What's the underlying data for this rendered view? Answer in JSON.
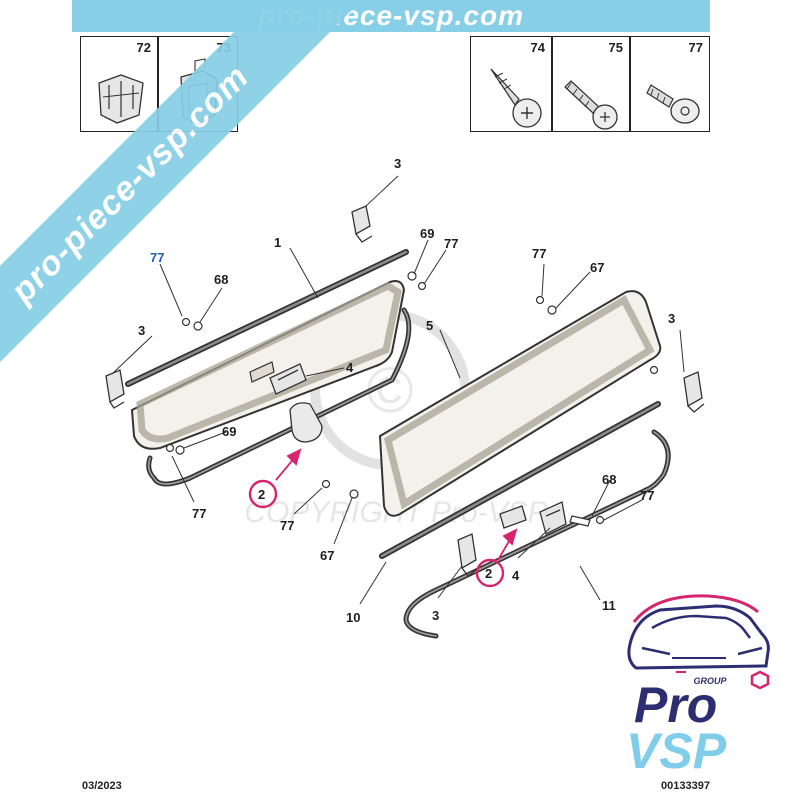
{
  "header": {
    "banner_text": "pro-piece-vsp.com"
  },
  "thumbnails": [
    {
      "number": "72",
      "icon": "clip-nut-icon"
    },
    {
      "number": "73",
      "icon": "bracket-clip-icon"
    },
    {
      "number": "74",
      "icon": "pointed-screw-icon"
    },
    {
      "number": "75",
      "icon": "threaded-screw-icon"
    },
    {
      "number": "77",
      "icon": "flat-screw-icon"
    }
  ],
  "diagram": {
    "watermark_text": "COPYRIGHT Pro-VSP",
    "callouts": [
      {
        "id": "c1",
        "label": "1"
      },
      {
        "id": "c2a",
        "label": "2"
      },
      {
        "id": "c2b",
        "label": "2"
      },
      {
        "id": "c3a",
        "label": "3"
      },
      {
        "id": "c3b",
        "label": "3"
      },
      {
        "id": "c3c",
        "label": "3"
      },
      {
        "id": "c3d",
        "label": "3"
      },
      {
        "id": "c4a",
        "label": "4"
      },
      {
        "id": "c4b",
        "label": "4"
      },
      {
        "id": "c5",
        "label": "5"
      },
      {
        "id": "c10",
        "label": "10"
      },
      {
        "id": "c11",
        "label": "11"
      },
      {
        "id": "c67a",
        "label": "67"
      },
      {
        "id": "c67b",
        "label": "67"
      },
      {
        "id": "c68a",
        "label": "68"
      },
      {
        "id": "c68b",
        "label": "68"
      },
      {
        "id": "c69a",
        "label": "69"
      },
      {
        "id": "c69b",
        "label": "69"
      },
      {
        "id": "c77a",
        "label": "77"
      },
      {
        "id": "c77b",
        "label": "77"
      },
      {
        "id": "c77c",
        "label": "77"
      },
      {
        "id": "c77d",
        "label": "77"
      },
      {
        "id": "c77e",
        "label": "77"
      },
      {
        "id": "c77f",
        "label": "77"
      }
    ],
    "highlight_color": "#d6246e"
  },
  "diagonal_banner": {
    "text": "pro-piece-vsp.com"
  },
  "logo": {
    "group_text": "GROUP",
    "line1": "Pro",
    "line2": "VSP",
    "accent": "#d6246e",
    "dark": "#2d2e72",
    "light": "#7fcde8"
  },
  "footer": {
    "date": "03/2023",
    "reference": "00133397"
  }
}
